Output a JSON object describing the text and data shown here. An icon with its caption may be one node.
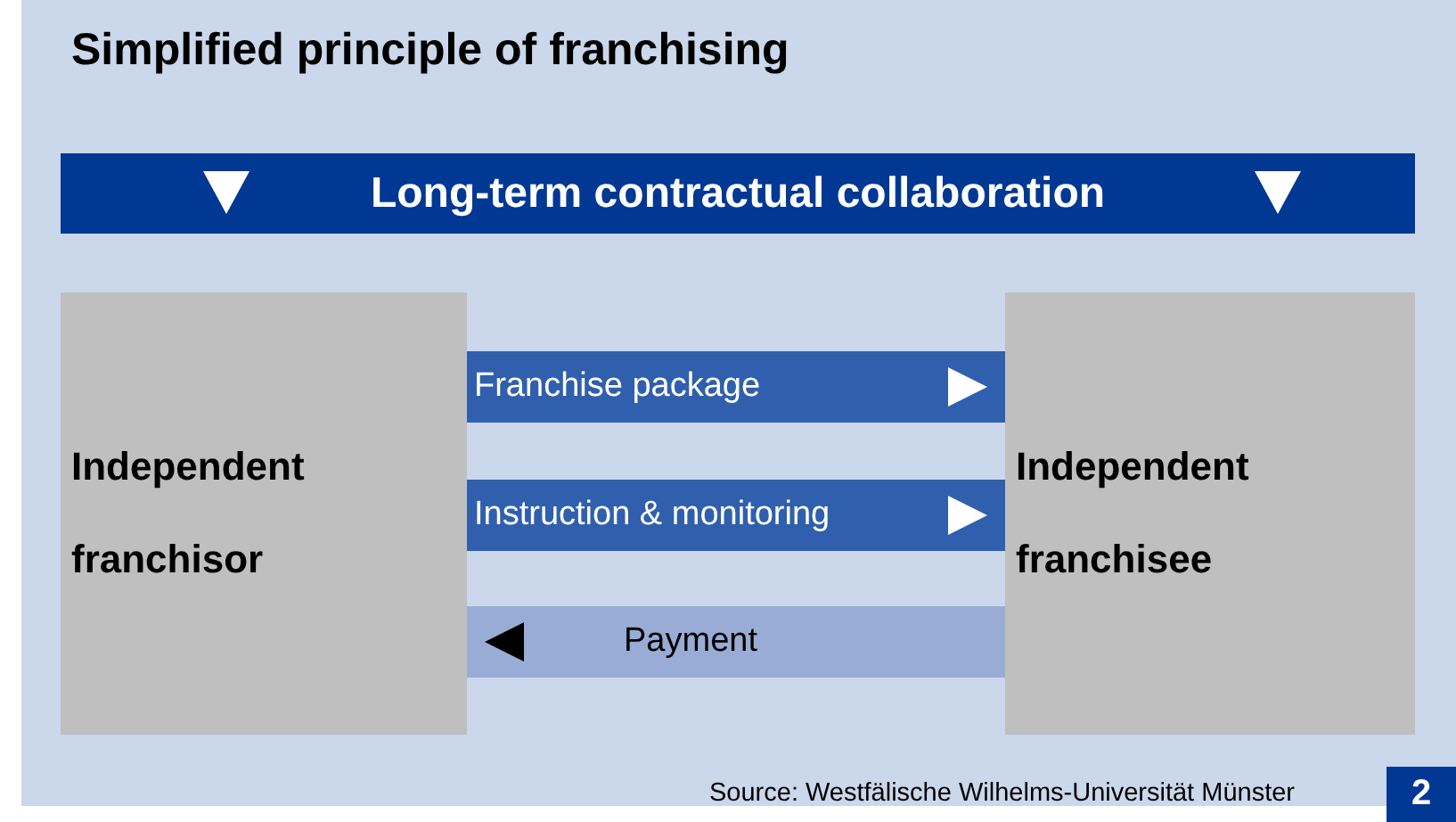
{
  "diagram": {
    "title": "Simplified principle of franchising",
    "nodes": [
      {
        "text": [
          "Long-term contractual collaboration"
        ]
      },
      {
        "text": [
          "Independent franchisor"
        ]
      },
      {
        "text": [
          "Independent franchisee"
        ]
      }
    ],
    "edges": [
      {
        "from": 1,
        "to": 2,
        "arrow": "to",
        "label": "Franchise package"
      },
      {
        "from": 1,
        "to": 2,
        "arrow": "to",
        "label": "Instruction & monitoring"
      },
      {
        "from": 2,
        "to": 1,
        "arrow": "to",
        "label": "Payment",
        "color": "#98acd6"
      }
    ],
    "labels": [
      "Source: Westfälische Wilhelms-Universität Münster",
      "2"
    ]
  }
}
